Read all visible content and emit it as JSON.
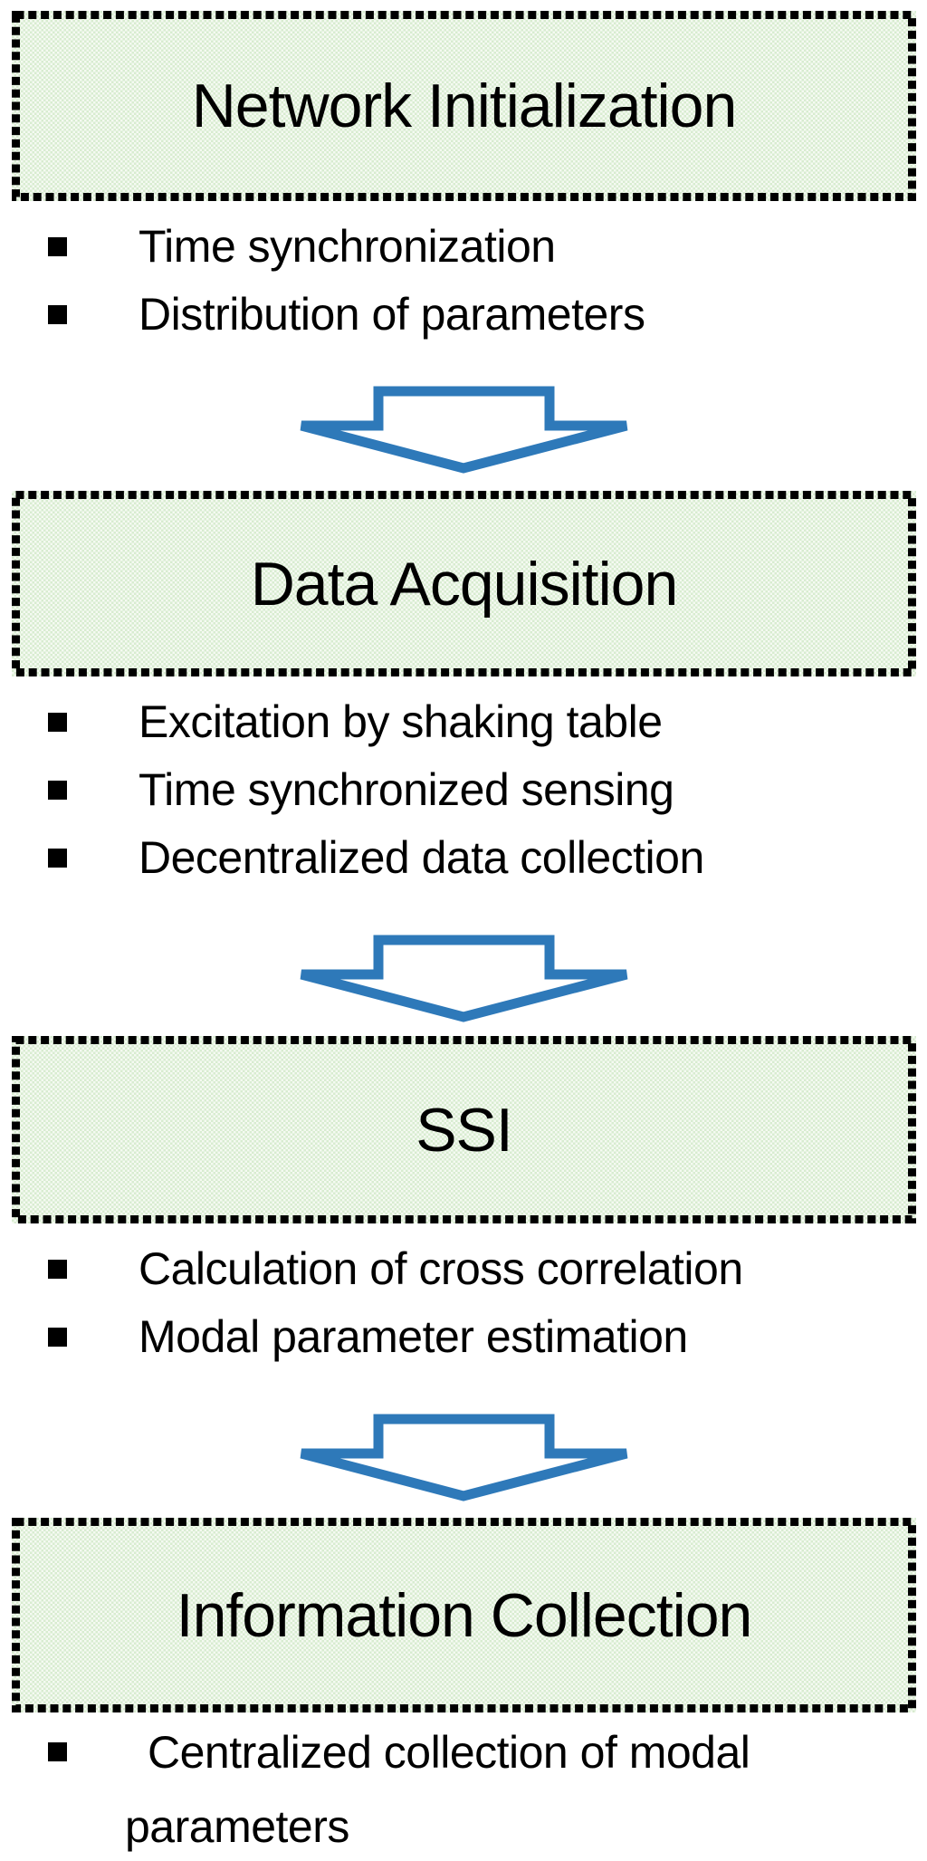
{
  "figure_type": "flowchart",
  "palette": {
    "background": "#ffffff",
    "box_pattern_dark": "#d8ecd0",
    "box_pattern_light": "#f5faf2",
    "box_border": "#000000",
    "arrow_blue": "#2e79b9",
    "arrow_fill": "#ffffff",
    "text": "#000000"
  },
  "steps": [
    {
      "title": "Network Initialization",
      "bullets": [
        "Time synchronization",
        "Distribution of parameters"
      ]
    },
    {
      "title": "Data Acquisition",
      "bullets": [
        "Excitation by shaking table",
        "Time synchronized sensing",
        "Decentralized data collection"
      ]
    },
    {
      "title": "SSI",
      "bullets": [
        "Calculation of cross correlation",
        "Modal parameter estimation"
      ]
    },
    {
      "title": "Information Collection",
      "bullets": [
        "Centralized collection of modal parameters"
      ]
    }
  ]
}
